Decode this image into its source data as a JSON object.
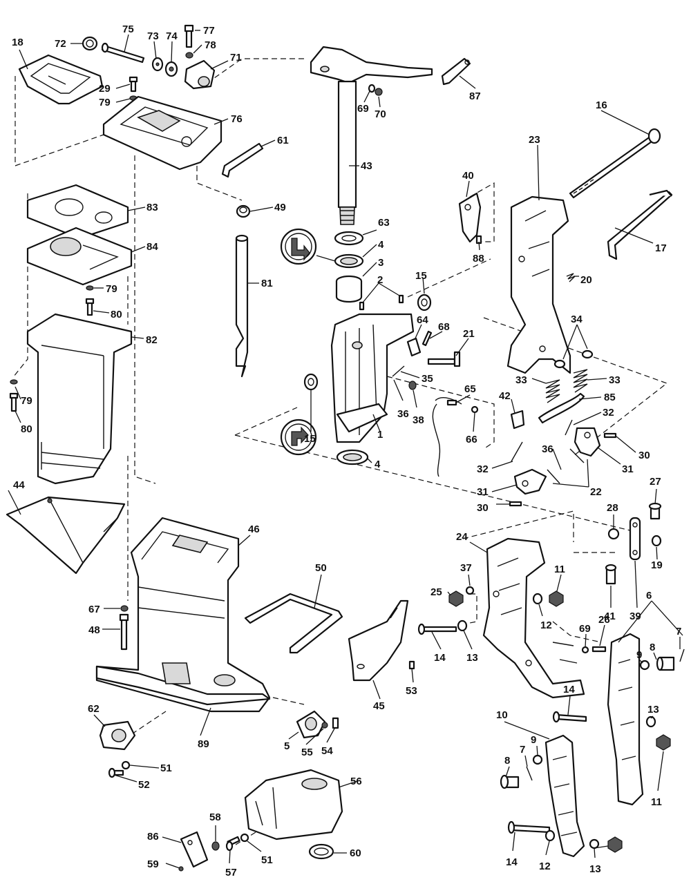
{
  "callouts": [
    {
      "id": "c18",
      "text": "18"
    },
    {
      "id": "c72",
      "text": "72"
    },
    {
      "id": "c75",
      "text": "75"
    },
    {
      "id": "c73",
      "text": "73"
    },
    {
      "id": "c74",
      "text": "74"
    },
    {
      "id": "c77",
      "text": "77"
    },
    {
      "id": "c78",
      "text": "78"
    },
    {
      "id": "c71",
      "text": "71"
    },
    {
      "id": "c29",
      "text": "29"
    },
    {
      "id": "c79a",
      "text": "79"
    },
    {
      "id": "c76",
      "text": "76"
    },
    {
      "id": "c69a",
      "text": "69"
    },
    {
      "id": "c70",
      "text": "70"
    },
    {
      "id": "c87",
      "text": "87"
    },
    {
      "id": "c61",
      "text": "61"
    },
    {
      "id": "c16",
      "text": "16"
    },
    {
      "id": "c43",
      "text": "43"
    },
    {
      "id": "c23",
      "text": "23"
    },
    {
      "id": "c83",
      "text": "83"
    },
    {
      "id": "c49",
      "text": "49"
    },
    {
      "id": "c40",
      "text": "40"
    },
    {
      "id": "c84",
      "text": "84"
    },
    {
      "id": "c63",
      "text": "63"
    },
    {
      "id": "c4a",
      "text": "4"
    },
    {
      "id": "c88",
      "text": "88"
    },
    {
      "id": "c17",
      "text": "17"
    },
    {
      "id": "c79b",
      "text": "79"
    },
    {
      "id": "c3",
      "text": "3"
    },
    {
      "id": "c81",
      "text": "81"
    },
    {
      "id": "c2",
      "text": "2"
    },
    {
      "id": "c15a",
      "text": "15"
    },
    {
      "id": "c20",
      "text": "20"
    },
    {
      "id": "c80a",
      "text": "80"
    },
    {
      "id": "c82",
      "text": "82"
    },
    {
      "id": "c64",
      "text": "64"
    },
    {
      "id": "c68",
      "text": "68"
    },
    {
      "id": "c21",
      "text": "21"
    },
    {
      "id": "c34",
      "text": "34"
    },
    {
      "id": "c35",
      "text": "35"
    },
    {
      "id": "c33a",
      "text": "33"
    },
    {
      "id": "c33b",
      "text": "33"
    },
    {
      "id": "c79c",
      "text": "79"
    },
    {
      "id": "c15b",
      "text": "15"
    },
    {
      "id": "c36a",
      "text": "36"
    },
    {
      "id": "c38",
      "text": "38"
    },
    {
      "id": "c65",
      "text": "65"
    },
    {
      "id": "c42",
      "text": "42"
    },
    {
      "id": "c85",
      "text": "85"
    },
    {
      "id": "c80b",
      "text": "80"
    },
    {
      "id": "c1",
      "text": "1"
    },
    {
      "id": "c66",
      "text": "66"
    },
    {
      "id": "c32a",
      "text": "32"
    },
    {
      "id": "c30a",
      "text": "30"
    },
    {
      "id": "c36b",
      "text": "36"
    },
    {
      "id": "c4b",
      "text": "4"
    },
    {
      "id": "c32b",
      "text": "32"
    },
    {
      "id": "c31a",
      "text": "31"
    },
    {
      "id": "c44",
      "text": "44"
    },
    {
      "id": "c31b",
      "text": "31"
    },
    {
      "id": "c22",
      "text": "22"
    },
    {
      "id": "c27",
      "text": "27"
    },
    {
      "id": "c30b",
      "text": "30"
    },
    {
      "id": "c28",
      "text": "28"
    },
    {
      "id": "c46",
      "text": "46"
    },
    {
      "id": "c24",
      "text": "24"
    },
    {
      "id": "c19",
      "text": "19"
    },
    {
      "id": "c50",
      "text": "50"
    },
    {
      "id": "c37",
      "text": "37"
    },
    {
      "id": "c11a",
      "text": "11"
    },
    {
      "id": "c41",
      "text": "41"
    },
    {
      "id": "c39",
      "text": "39"
    },
    {
      "id": "c25",
      "text": "25"
    },
    {
      "id": "c67",
      "text": "67"
    },
    {
      "id": "c12a",
      "text": "12"
    },
    {
      "id": "c6",
      "text": "6"
    },
    {
      "id": "c26",
      "text": "26"
    },
    {
      "id": "c7a",
      "text": "7"
    },
    {
      "id": "c48",
      "text": "48"
    },
    {
      "id": "c69b",
      "text": "69"
    },
    {
      "id": "c14a",
      "text": "14"
    },
    {
      "id": "c13a",
      "text": "13"
    },
    {
      "id": "c9a",
      "text": "9"
    },
    {
      "id": "c8a",
      "text": "8"
    },
    {
      "id": "c53",
      "text": "53"
    },
    {
      "id": "c45",
      "text": "45"
    },
    {
      "id": "c14b",
      "text": "14"
    },
    {
      "id": "c62",
      "text": "62"
    },
    {
      "id": "c13b",
      "text": "13"
    },
    {
      "id": "c10",
      "text": "10"
    },
    {
      "id": "c89",
      "text": "89"
    },
    {
      "id": "c5",
      "text": "5"
    },
    {
      "id": "c55",
      "text": "55"
    },
    {
      "id": "c54",
      "text": "54"
    },
    {
      "id": "c9b",
      "text": "9"
    },
    {
      "id": "c7b",
      "text": "7"
    },
    {
      "id": "c8b",
      "text": "8"
    },
    {
      "id": "c51a",
      "text": "51"
    },
    {
      "id": "c52",
      "text": "52"
    },
    {
      "id": "c11b",
      "text": "11"
    },
    {
      "id": "c56",
      "text": "56"
    },
    {
      "id": "c86",
      "text": "86"
    },
    {
      "id": "c58",
      "text": "58"
    },
    {
      "id": "c51b",
      "text": "51"
    },
    {
      "id": "c60",
      "text": "60"
    },
    {
      "id": "c14c",
      "text": "14"
    },
    {
      "id": "c12b",
      "text": "12"
    },
    {
      "id": "c13c",
      "text": "13"
    },
    {
      "id": "c59",
      "text": "59"
    },
    {
      "id": "c57",
      "text": "57"
    }
  ]
}
